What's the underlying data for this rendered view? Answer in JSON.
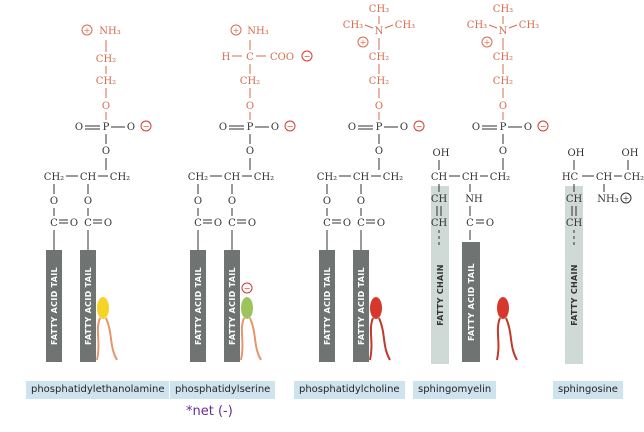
{
  "labels": {
    "fatty_acid_tail": "FATTY ACID TAIL",
    "fatty_chain": "FATTY CHAIN"
  },
  "atoms": {
    "nh3": "NH₃",
    "ch2": "CH₂",
    "ch3": "CH₃",
    "ch": "CH",
    "c": "C",
    "n": "N",
    "o": "O",
    "p": "P",
    "oh": "OH",
    "nh": "NH",
    "hc": "HC",
    "h": "H",
    "coo": "COO",
    "plus": "+",
    "minus": "−"
  },
  "molecules": [
    {
      "name": "phosphatidylethanolamine",
      "head_color": "#f5d327"
    },
    {
      "name": "phosphatidylserine",
      "head_color": "#9cc45a"
    },
    {
      "name": "phosphatidylcholine",
      "head_color": "#d6382c"
    },
    {
      "name": "sphingomyelin",
      "head_color": "#d6382c"
    },
    {
      "name": "sphingosine"
    }
  ],
  "note": "*net (-)",
  "colors": {
    "head_group": "#d96b4e",
    "tail_box": "#6f7472",
    "chain_box": "#cfd9d5",
    "label_bg": "#cfe3ef",
    "note": "#6a2c91"
  }
}
